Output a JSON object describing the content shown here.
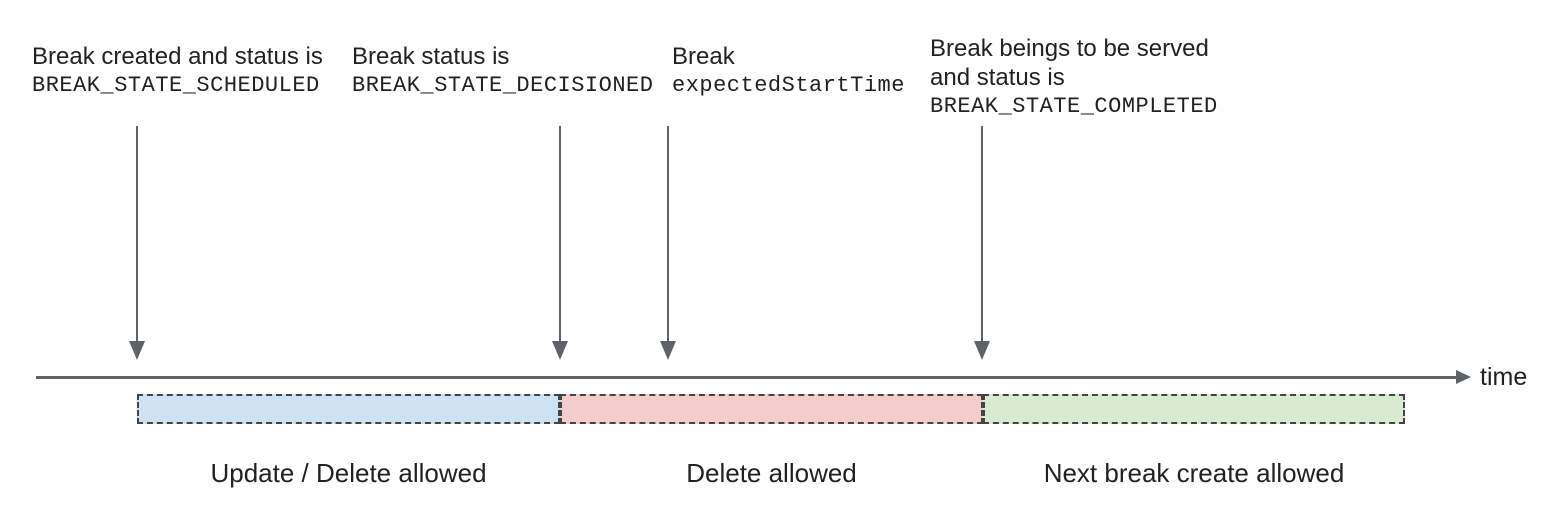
{
  "colors": {
    "background": "#ffffff",
    "text": "#202124",
    "arrow_gray": "#5f6368",
    "dashed_border": "#434343",
    "segment_blue": "#cfe2f3",
    "segment_red": "#f4cccc",
    "segment_green": "#d9ead3"
  },
  "annotations": [
    {
      "line1": "Break created and status is",
      "code": "BREAK_STATE_SCHEDULED"
    },
    {
      "line1": "Break status is",
      "code": "BREAK_STATE_DECISIONED"
    },
    {
      "line1": "Break",
      "code": "expectedStartTime"
    },
    {
      "line1": "Break beings to be served",
      "line2": "and status is",
      "code": "BREAK_STATE_COMPLETED"
    }
  ],
  "timeline": {
    "axis_label": "time"
  },
  "segments": [
    {
      "label": "Update / Delete allowed",
      "color": "#cfe2f3"
    },
    {
      "label": "Delete allowed",
      "color": "#f4cccc"
    },
    {
      "label": "Next break create allowed",
      "color": "#d9ead3"
    }
  ]
}
